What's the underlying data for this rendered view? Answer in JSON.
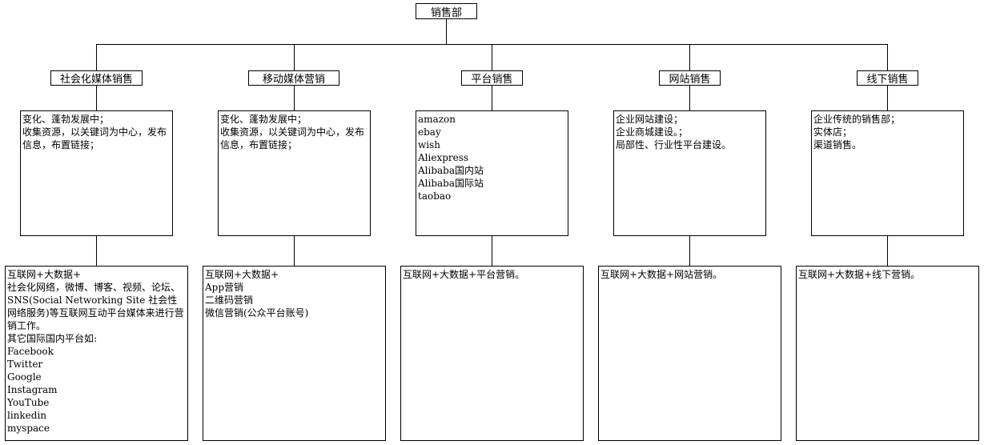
{
  "root": {
    "label": "销售部"
  },
  "columns": [
    {
      "label": "社会化媒体销售",
      "description": "变化、蓬勃发展中；\n收集资源，以关键词为中心，发布信息，布置链接；",
      "detail": "互联网+大数据+\n社会化网络，微博、博客、视频、论坛、SNS(Social Networking Site 社会性网络服务)等互联网互动平台媒体来进行营销工作。\n其它国际国内平台如:\nFacebook\nTwitter\nGoogle\nInstagram\nYouTube\nlinkedin\nmyspace"
    },
    {
      "label": "移动媒体营销",
      "description": "变化、蓬勃发展中；\n收集资源，以关键词为中心，发布信息，布置链接；",
      "detail": "互联网+大数据+\nApp营销\n二维码营销\n微信营销(公众平台账号)"
    },
    {
      "label": "平台销售",
      "description": "amazon\nebay\nwish\nAliexpress\nAlibaba国内站\nAlibaba国际站\ntaobao",
      "detail": "互联网+大数据+平台营销。"
    },
    {
      "label": "网站销售",
      "description": "企业网站建设；\n企业商城建设。；\n局部性、行业性平台建设。",
      "detail": "互联网+大数据+网站营销。"
    },
    {
      "label": "线下销售",
      "description": "企业传统的销售部；\n实体店；\n渠道销售。",
      "detail": "互联网+大数据+线下营销。"
    }
  ]
}
